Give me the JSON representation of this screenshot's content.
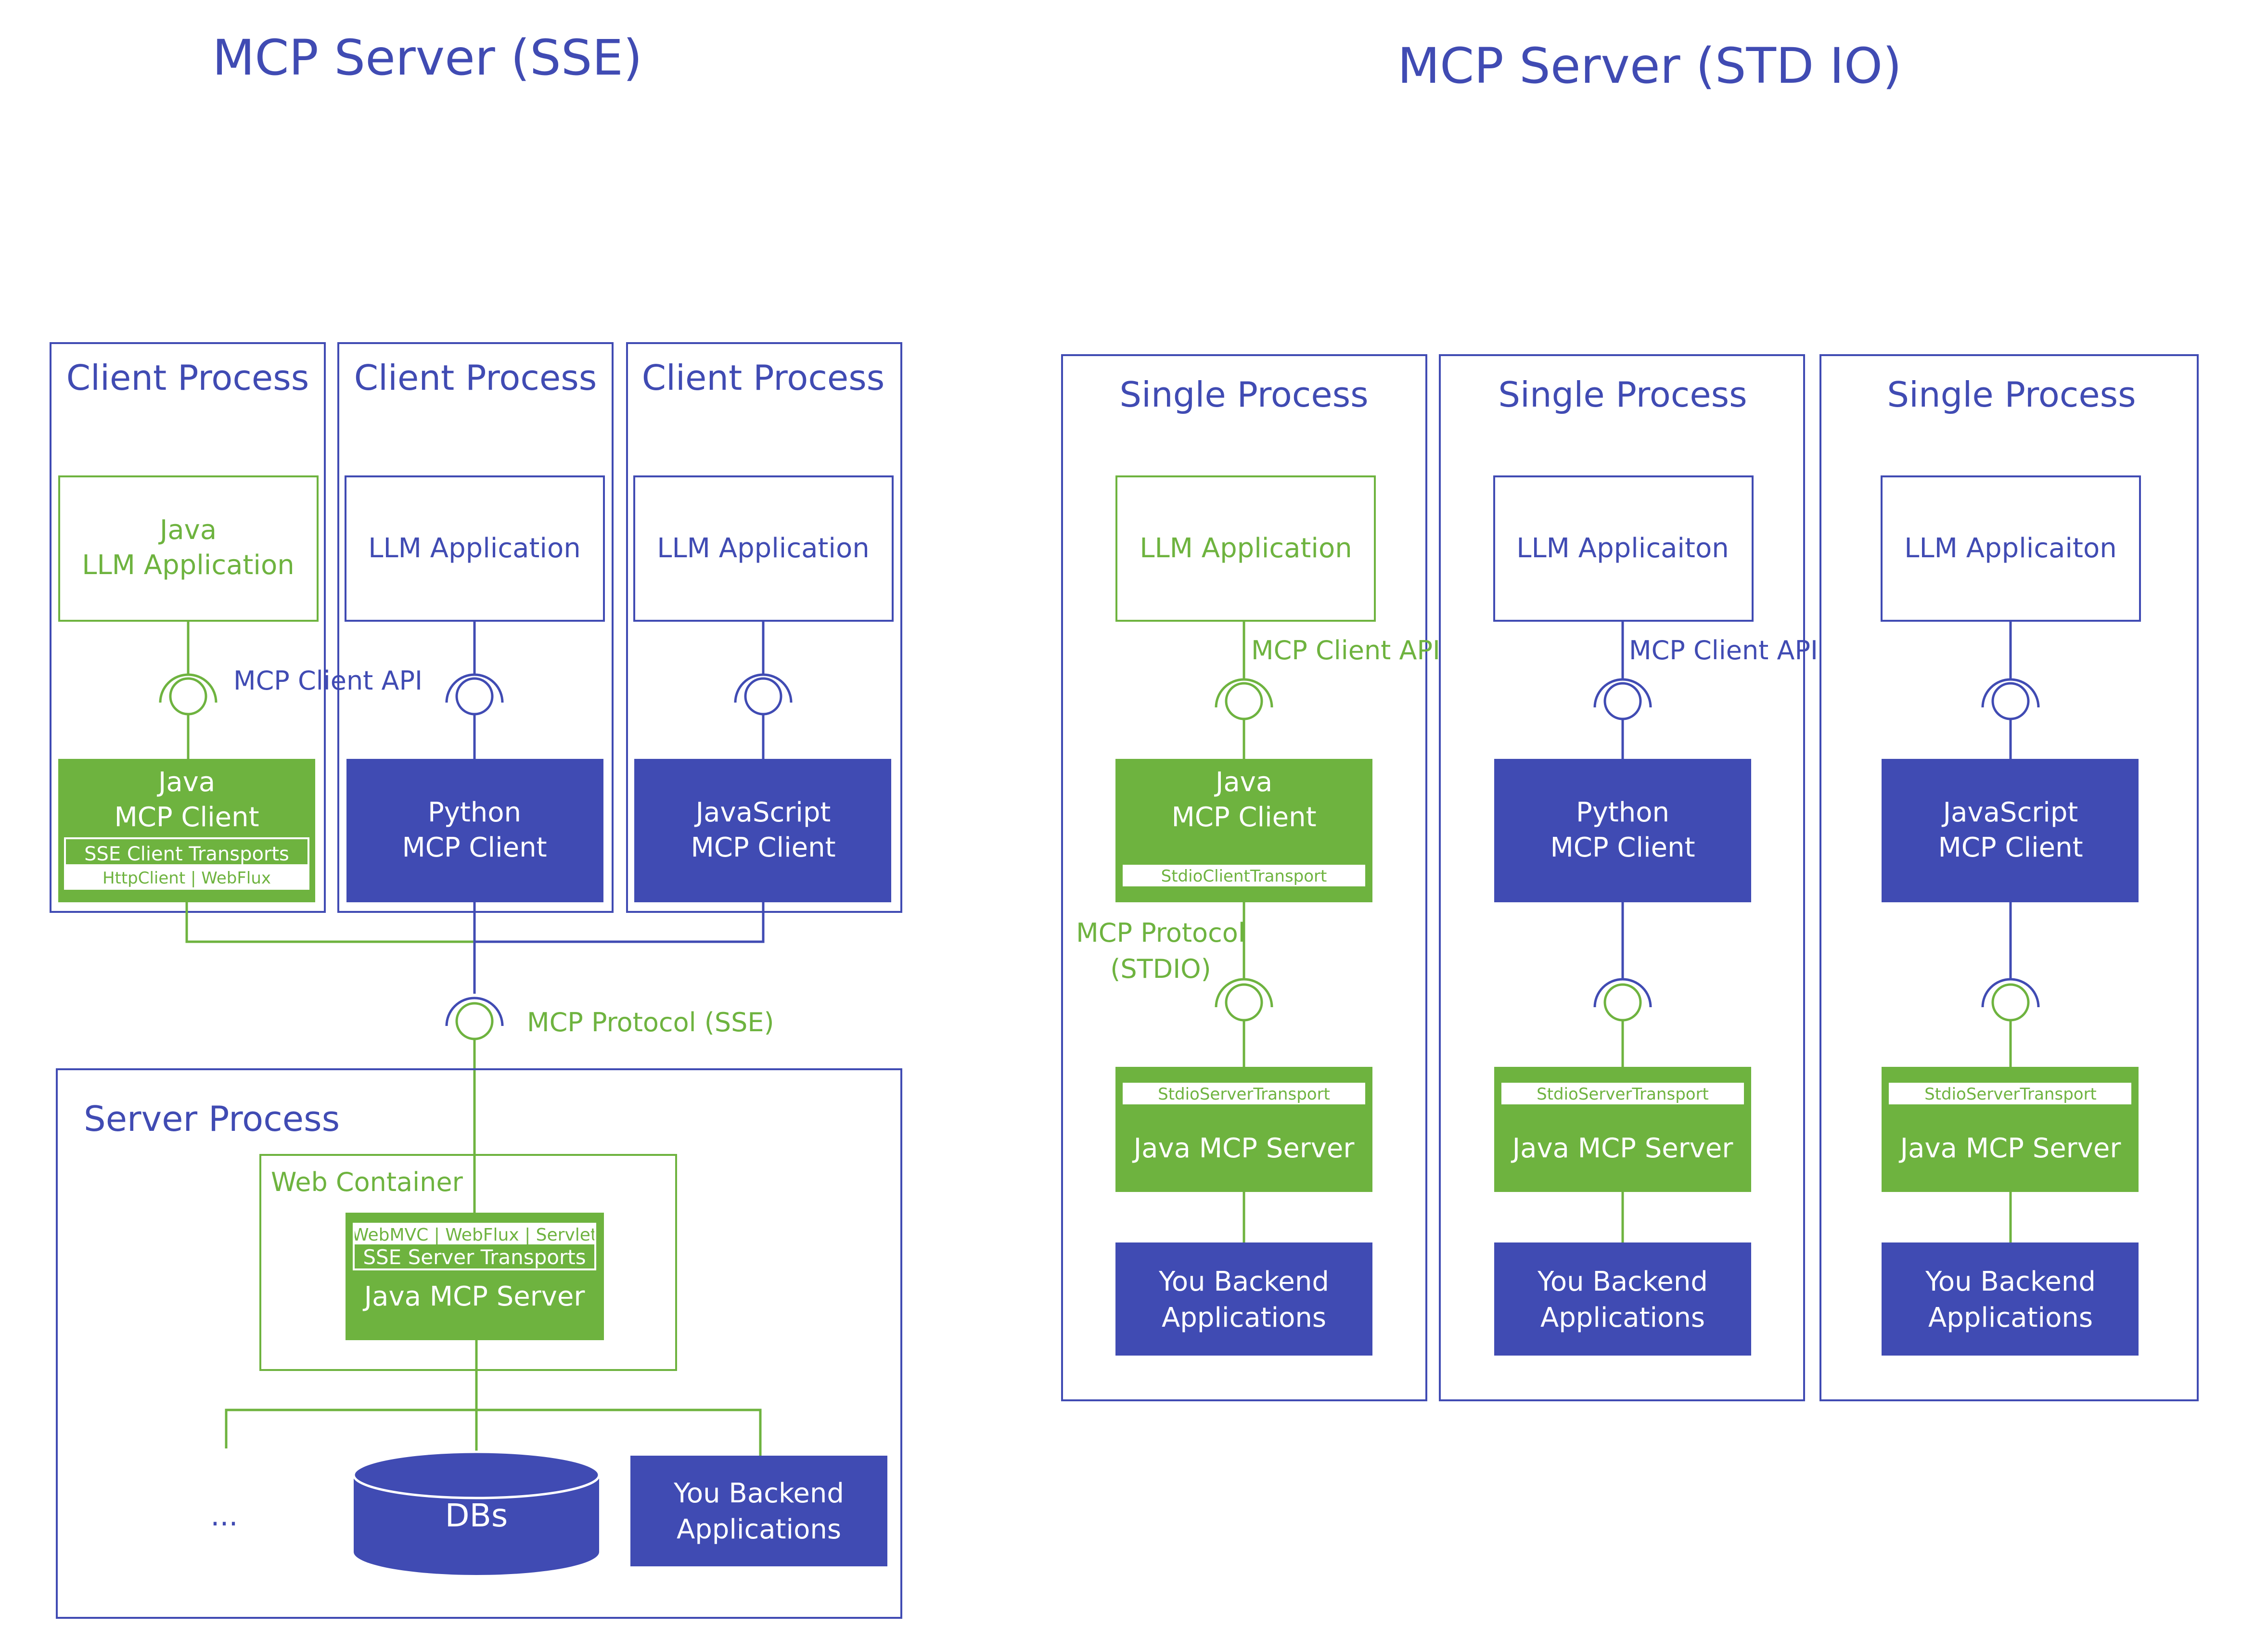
{
  "colors": {
    "blue": "#404bb3",
    "green": "#6eb33f",
    "white": "#ffffff"
  },
  "sse": {
    "title": "MCP Server (SSE)",
    "client_process_label": "Client Process",
    "mcp_client_api_label": "MCP Client API",
    "mcp_protocol_label": "MCP Protocol (SSE)",
    "clients": [
      {
        "app_lines": [
          "Java",
          "LLM Application"
        ],
        "client_lines": [
          "Java",
          "MCP Client"
        ],
        "transport": "SSE Client Transports",
        "transport_impl": "HttpClient | WebFlux"
      },
      {
        "app_lines": [
          "LLM Application"
        ],
        "client_lines": [
          "Python",
          "MCP Client"
        ]
      },
      {
        "app_lines": [
          "LLM Application"
        ],
        "client_lines": [
          "JavaScript",
          "MCP Client"
        ]
      }
    ],
    "server_process_label": "Server Process",
    "web_container_label": "Web Container",
    "server_impl": "WebMVC | WebFlux | Servlet",
    "server_transport": "SSE Server Transports",
    "server_name": "Java MCP Server",
    "ellipsis": "...",
    "dbs_label": "DBs",
    "backend_lines": [
      "You Backend",
      "Applications"
    ]
  },
  "stdio": {
    "title": "MCP Server (STD IO)",
    "single_process_label": "Single Process",
    "mcp_client_api_label": "MCP Client API",
    "mcp_protocol_lines": [
      "MCP Protocol",
      "(STDIO)"
    ],
    "columns": [
      {
        "app_label": "LLM Application",
        "client_lines": [
          "Java",
          "MCP Client"
        ],
        "client_transport": "StdioClientTransport",
        "server_transport": "StdioServerTransport",
        "server_name": "Java MCP Server",
        "backend_lines": [
          "You Backend",
          "Applications"
        ]
      },
      {
        "app_label": "LLM Applicaiton",
        "client_lines": [
          "Python",
          "MCP Client"
        ],
        "server_transport": "StdioServerTransport",
        "server_name": "Java MCP Server",
        "backend_lines": [
          "You Backend",
          "Applications"
        ]
      },
      {
        "app_label": "LLM Applicaiton",
        "client_lines": [
          "JavaScript",
          "MCP Client"
        ],
        "server_transport": "StdioServerTransport",
        "server_name": "Java MCP Server",
        "backend_lines": [
          "You Backend",
          "Applications"
        ]
      }
    ]
  }
}
